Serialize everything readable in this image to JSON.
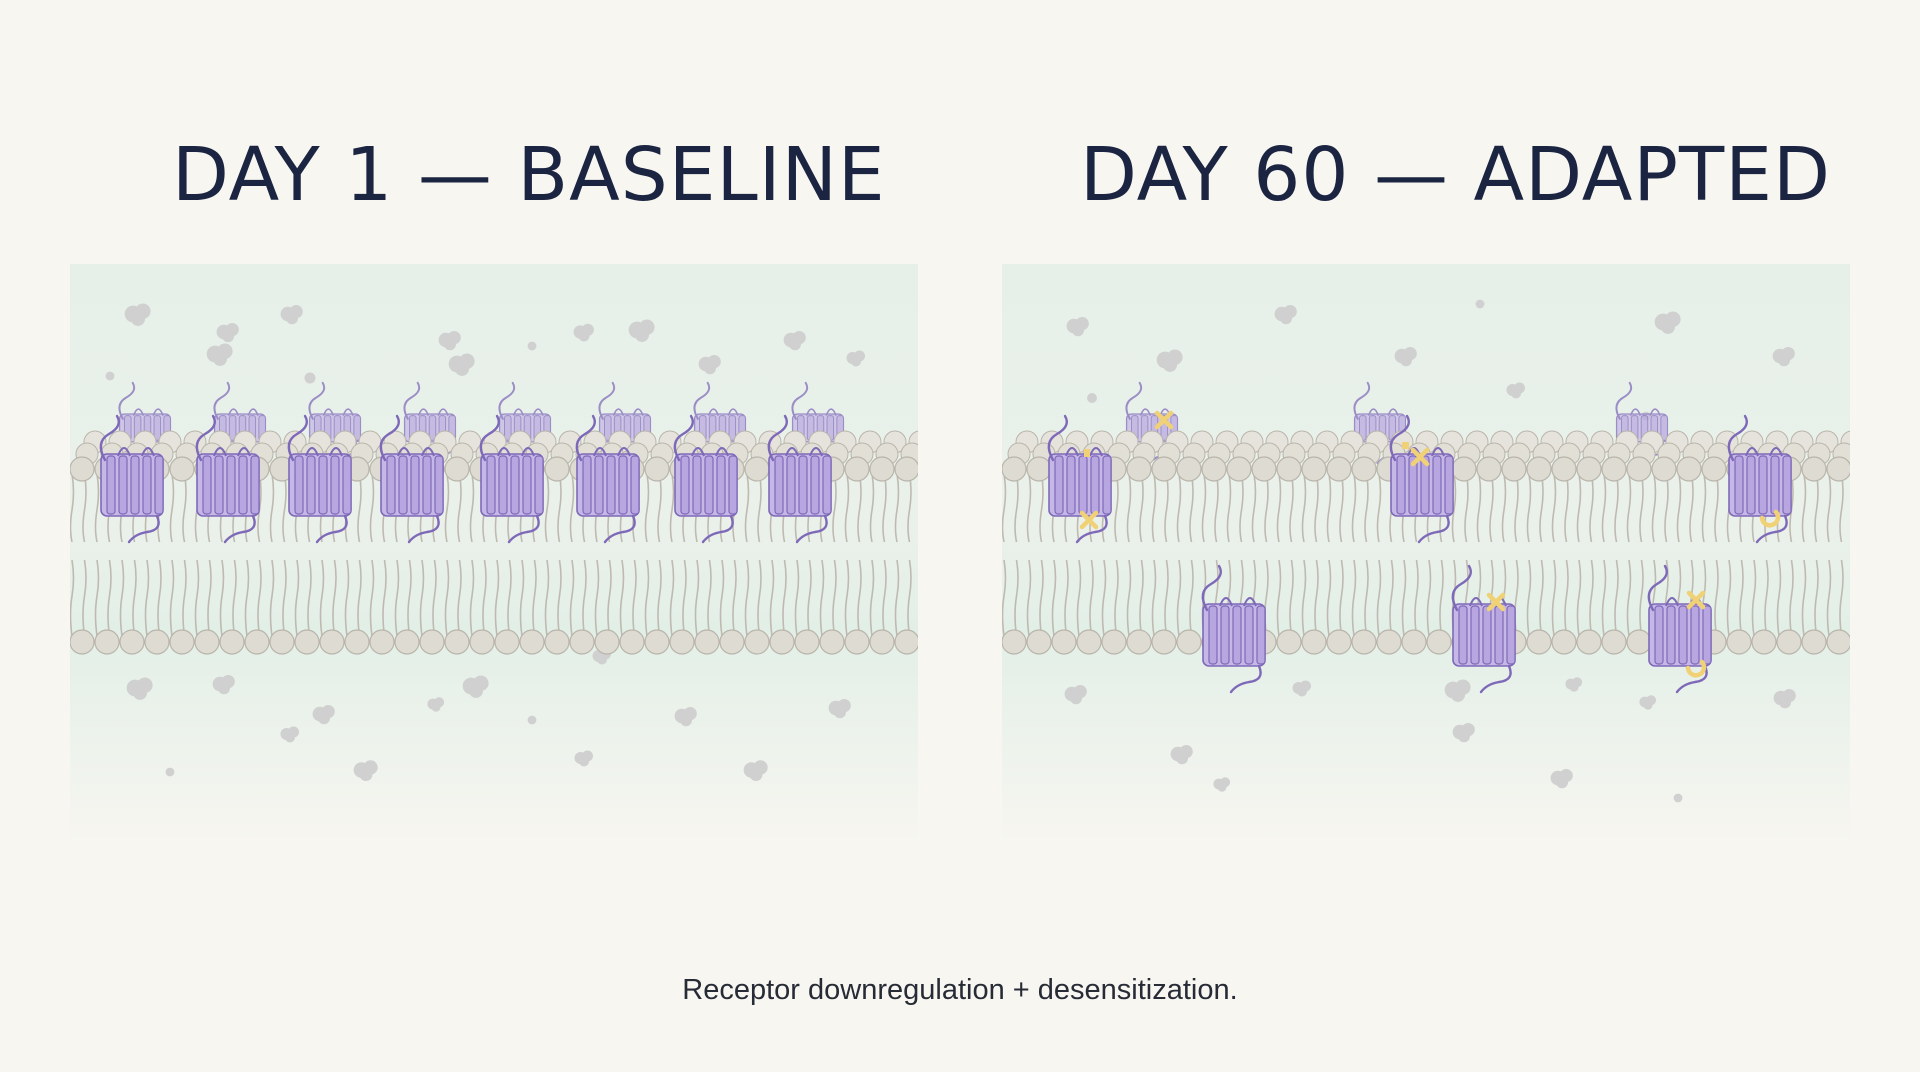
{
  "colors": {
    "background": "#f8f6f1",
    "title_text": "#1b2542",
    "fluid_top": "#e6f0e9",
    "fluid_bottom": "#e2efe7",
    "lipid_head": "#dedbd2",
    "lipid_outline": "#b9b5ab",
    "receptor_fill": "#c6b8e6",
    "receptor_stroke": "#7e69b9",
    "phospho_mark": "#f1d176",
    "particle": "#cfd0cf"
  },
  "panels": [
    {
      "title": "DAY 1 — BASELINE",
      "surface_receptors": 8,
      "background_receptors": 8,
      "internalized_receptors": 0,
      "phospho_marked_receptors": 0
    },
    {
      "title": "DAY 60 — ADAPTED",
      "surface_receptors": 3,
      "background_receptors": 3,
      "internalized_receptors": 3,
      "phospho_marked_receptors": 6
    }
  ],
  "caption": "Receptor downregulation + desensitization."
}
